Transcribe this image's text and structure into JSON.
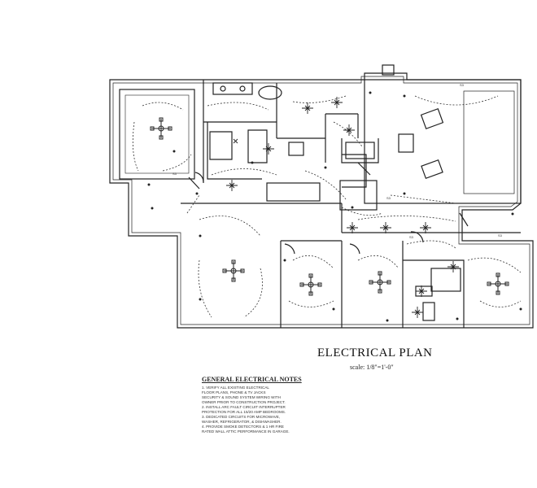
{
  "plan": {
    "title": "ELECTRICAL PLAN",
    "scale": "scale: 1/8\"=1'-0\"",
    "notes_heading": "GENERAL ELECTRICAL NOTES",
    "notes": [
      "1. VERIFY ALL EXISTING ELECTRICAL",
      "FLOOR PLANS, PHONE & TV JACKS",
      "SECURITY & SOUND SYSTEM WIRING WITH",
      "OWNER PRIOR TO CONSTRUCTION PROJECT.",
      "2. INSTALL ARC FAULT CIRCUIT INTERRUPTER",
      "PROTECTION FOR ALL 15/20 AMP BEDROOMS.",
      "3. DEDICATED CIRCUITS FOR MICROWAVE,",
      "WASHER, REFRIGERATOR, & DISHWASHER.",
      "4. PROVIDE SMOKE DETECTORS & 1 HR FIRE",
      "RATED WALL ATTIC PERFORMANCE IN GARAGE."
    ]
  }
}
